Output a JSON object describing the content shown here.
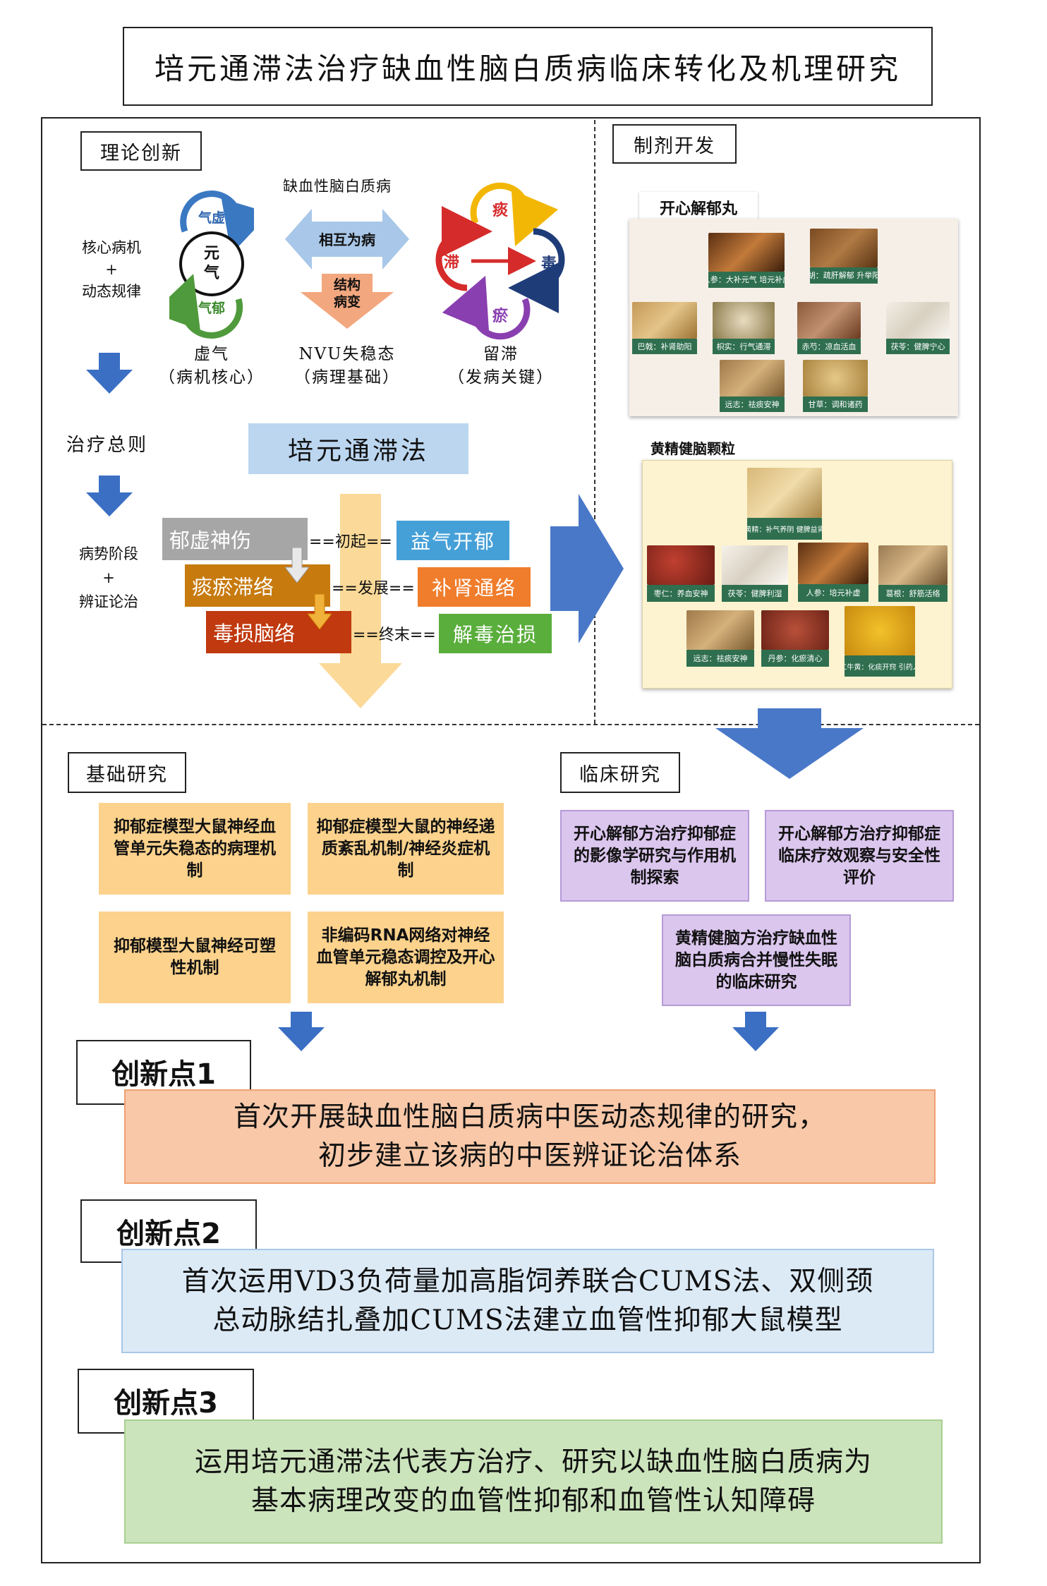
{
  "title": "培元通滞法治疗缺血性脑白质病临床转化及机理研究",
  "theory": {
    "label": "理论创新",
    "core_lines": [
      "核心病机",
      "+",
      "动态规律"
    ],
    "circle1": {
      "top": "气虚",
      "center_top": "元",
      "center_bottom": "气",
      "bottom": "气郁",
      "caption1": "虚气",
      "caption2": "（病机核心）"
    },
    "middle": {
      "heading": "缺血性脑白质病",
      "arrow_text": "相互为病",
      "down_text1": "结构",
      "down_text2": "病变",
      "caption1": "NVU失稳态",
      "caption2": "（病理基础）"
    },
    "circle3": {
      "top": "痰",
      "left": "滞",
      "right": "毒",
      "bottom": "瘀",
      "caption1": "留滞",
      "caption2": "（发病关键）"
    },
    "treat_principle": "治疗总则",
    "stage_lines": [
      "病势阶段",
      "+",
      "辨证论治"
    ],
    "method": "培元通滞法",
    "stages": [
      {
        "name": "郁虚神伤",
        "phase": "初起",
        "treat": "益气开郁"
      },
      {
        "name": "痰瘀滞络",
        "phase": "发展",
        "treat": "补肾通络"
      },
      {
        "name": "毒损脑络",
        "phase": "终末",
        "treat": "解毒治损"
      }
    ]
  },
  "formulation": {
    "label": "制剂开发",
    "pill1": {
      "name": "开心解郁丸",
      "herbs": [
        "人参：大补元气 培元补虚",
        "柴胡：疏肝解郁 升举阳气",
        "巴戟：补肾助阳",
        "枳实：行气通滞",
        "赤芍：凉血活血",
        "茯苓：健脾宁心",
        "远志：祛痰安神",
        "甘草：调和诸药"
      ]
    },
    "pill2": {
      "name": "黄精健脑颗粒",
      "herbs": [
        "黄精：补气养阴 健脾益肾",
        "枣仁：养血安神",
        "茯苓：健脾利湿",
        "人参：培元补虚",
        "葛根：舒筋活络",
        "远志：祛痰安神",
        "丹参：化瘀清心",
        "人工牛黄：化痰开窍 引药入脑"
      ]
    }
  },
  "basic": {
    "label": "基础研究",
    "items": [
      "抑郁症模型大鼠神经血管单元失稳态的病理机制",
      "抑郁症模型大鼠的神经递质紊乱机制/神经炎症机制",
      "抑郁模型大鼠神经可塑性机制",
      "非编码RNA网络对神经血管单元稳态调控及开心解郁丸机制"
    ]
  },
  "clinical": {
    "label": "临床研究",
    "items": [
      "开心解郁方治疗抑郁症的影像学研究与作用机制探索",
      "开心解郁方治疗抑郁症临床疗效观察与安全性评价",
      "黄精健脑方治疗缺血性脑白质病合并慢性失眠的临床研究"
    ]
  },
  "innovations": [
    {
      "label": "创新点1",
      "line1": "首次开展缺血性脑白质病中医动态规律的研究，",
      "line2": "初步建立该病的中医辨证论治体系"
    },
    {
      "label": "创新点2",
      "line1": "首次运用VD3负荷量加高脂饲养联合CUMS法、双侧颈",
      "line2": "总动脉结扎叠加CUMS法建立血管性抑郁大鼠模型"
    },
    {
      "label": "创新点3",
      "line1": "运用培元通滞法代表方治疗、研究以缺血性脑白质病为",
      "line2": "基本病理改变的血管性抑郁和血管性认知障碍"
    }
  ]
}
